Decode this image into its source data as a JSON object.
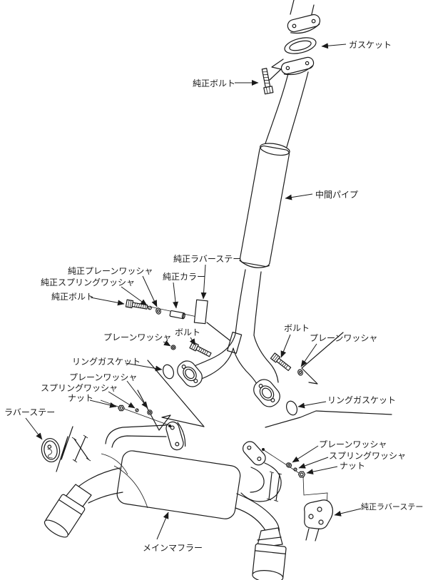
{
  "labels": {
    "gasket": "ガスケット",
    "oem_bolt_top": "純正ボルト",
    "mid_pipe": "中間パイプ",
    "oem_rubber_stay_mid": "純正ラバーステー",
    "oem_plain_washer": "純正プレーンワッシャ",
    "oem_collar": "純正カラー",
    "oem_spring_washer": "純正スプリングワッシャ",
    "oem_bolt_mid": "純正ボルト",
    "plain_washer_left_mid": "プレーンワッシャ",
    "bolt_left_mid": "ボルト",
    "ring_gasket_left": "リングガスケット",
    "bolt_right": "ボルト",
    "plain_washer_right": "プレーンワッシャ",
    "ring_gasket_right": "リングガスケット",
    "plain_washer_bottom_left": "プレーンワッシャ",
    "spring_washer_bottom_left": "スプリングワッシャ",
    "nut_bottom_left": "ナット",
    "rubber_stay_left": "ラバーステー",
    "plain_washer_bottom_right": "プレーンワッシャ",
    "spring_washer_bottom_right": "スプリングワッシャ",
    "nut_bottom_right": "ナット",
    "oem_rubber_stay_bottom_right": "純正ラバーステー",
    "main_muffler": "メインマフラー"
  },
  "colors": {
    "line": "#1a1a1a",
    "background": "#ffffff"
  }
}
